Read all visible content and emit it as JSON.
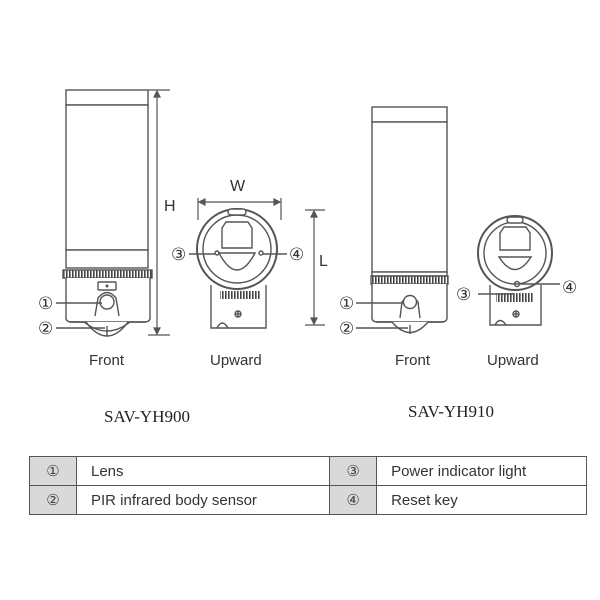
{
  "models": [
    {
      "name": "SAV-YH900",
      "views": {
        "front": "Front",
        "upward": "Upward"
      },
      "dimensions": {
        "height": "H",
        "width": "W",
        "length": "L"
      },
      "callouts": {
        "front": [
          "①",
          "②"
        ],
        "upward": [
          "③",
          "④"
        ]
      }
    },
    {
      "name": "SAV-YH910",
      "views": {
        "front": "Front",
        "upward": "Upward"
      },
      "callouts": {
        "front": [
          "①",
          "②"
        ],
        "upward": [
          "③",
          "④"
        ]
      }
    }
  ],
  "legend": {
    "rows": [
      [
        {
          "num": "①",
          "label": "Lens"
        },
        {
          "num": "③",
          "label": "Power indicator light"
        }
      ],
      [
        {
          "num": "②",
          "label": "PIR infrared body sensor"
        },
        {
          "num": "④",
          "label": "Reset key"
        }
      ]
    ]
  }
}
